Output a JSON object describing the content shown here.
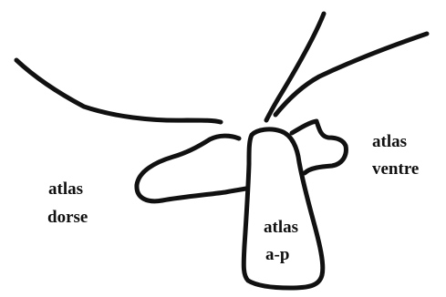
{
  "labels": {
    "dorse": {
      "line1": "atlas",
      "line2": "dorse"
    },
    "ventre": {
      "line1": "atlas",
      "line2": "ventre"
    },
    "ap": {
      "line1": "atlas",
      "line2": "a-p"
    }
  },
  "colors": {
    "ink": "#111111",
    "background": "#ffffff"
  }
}
